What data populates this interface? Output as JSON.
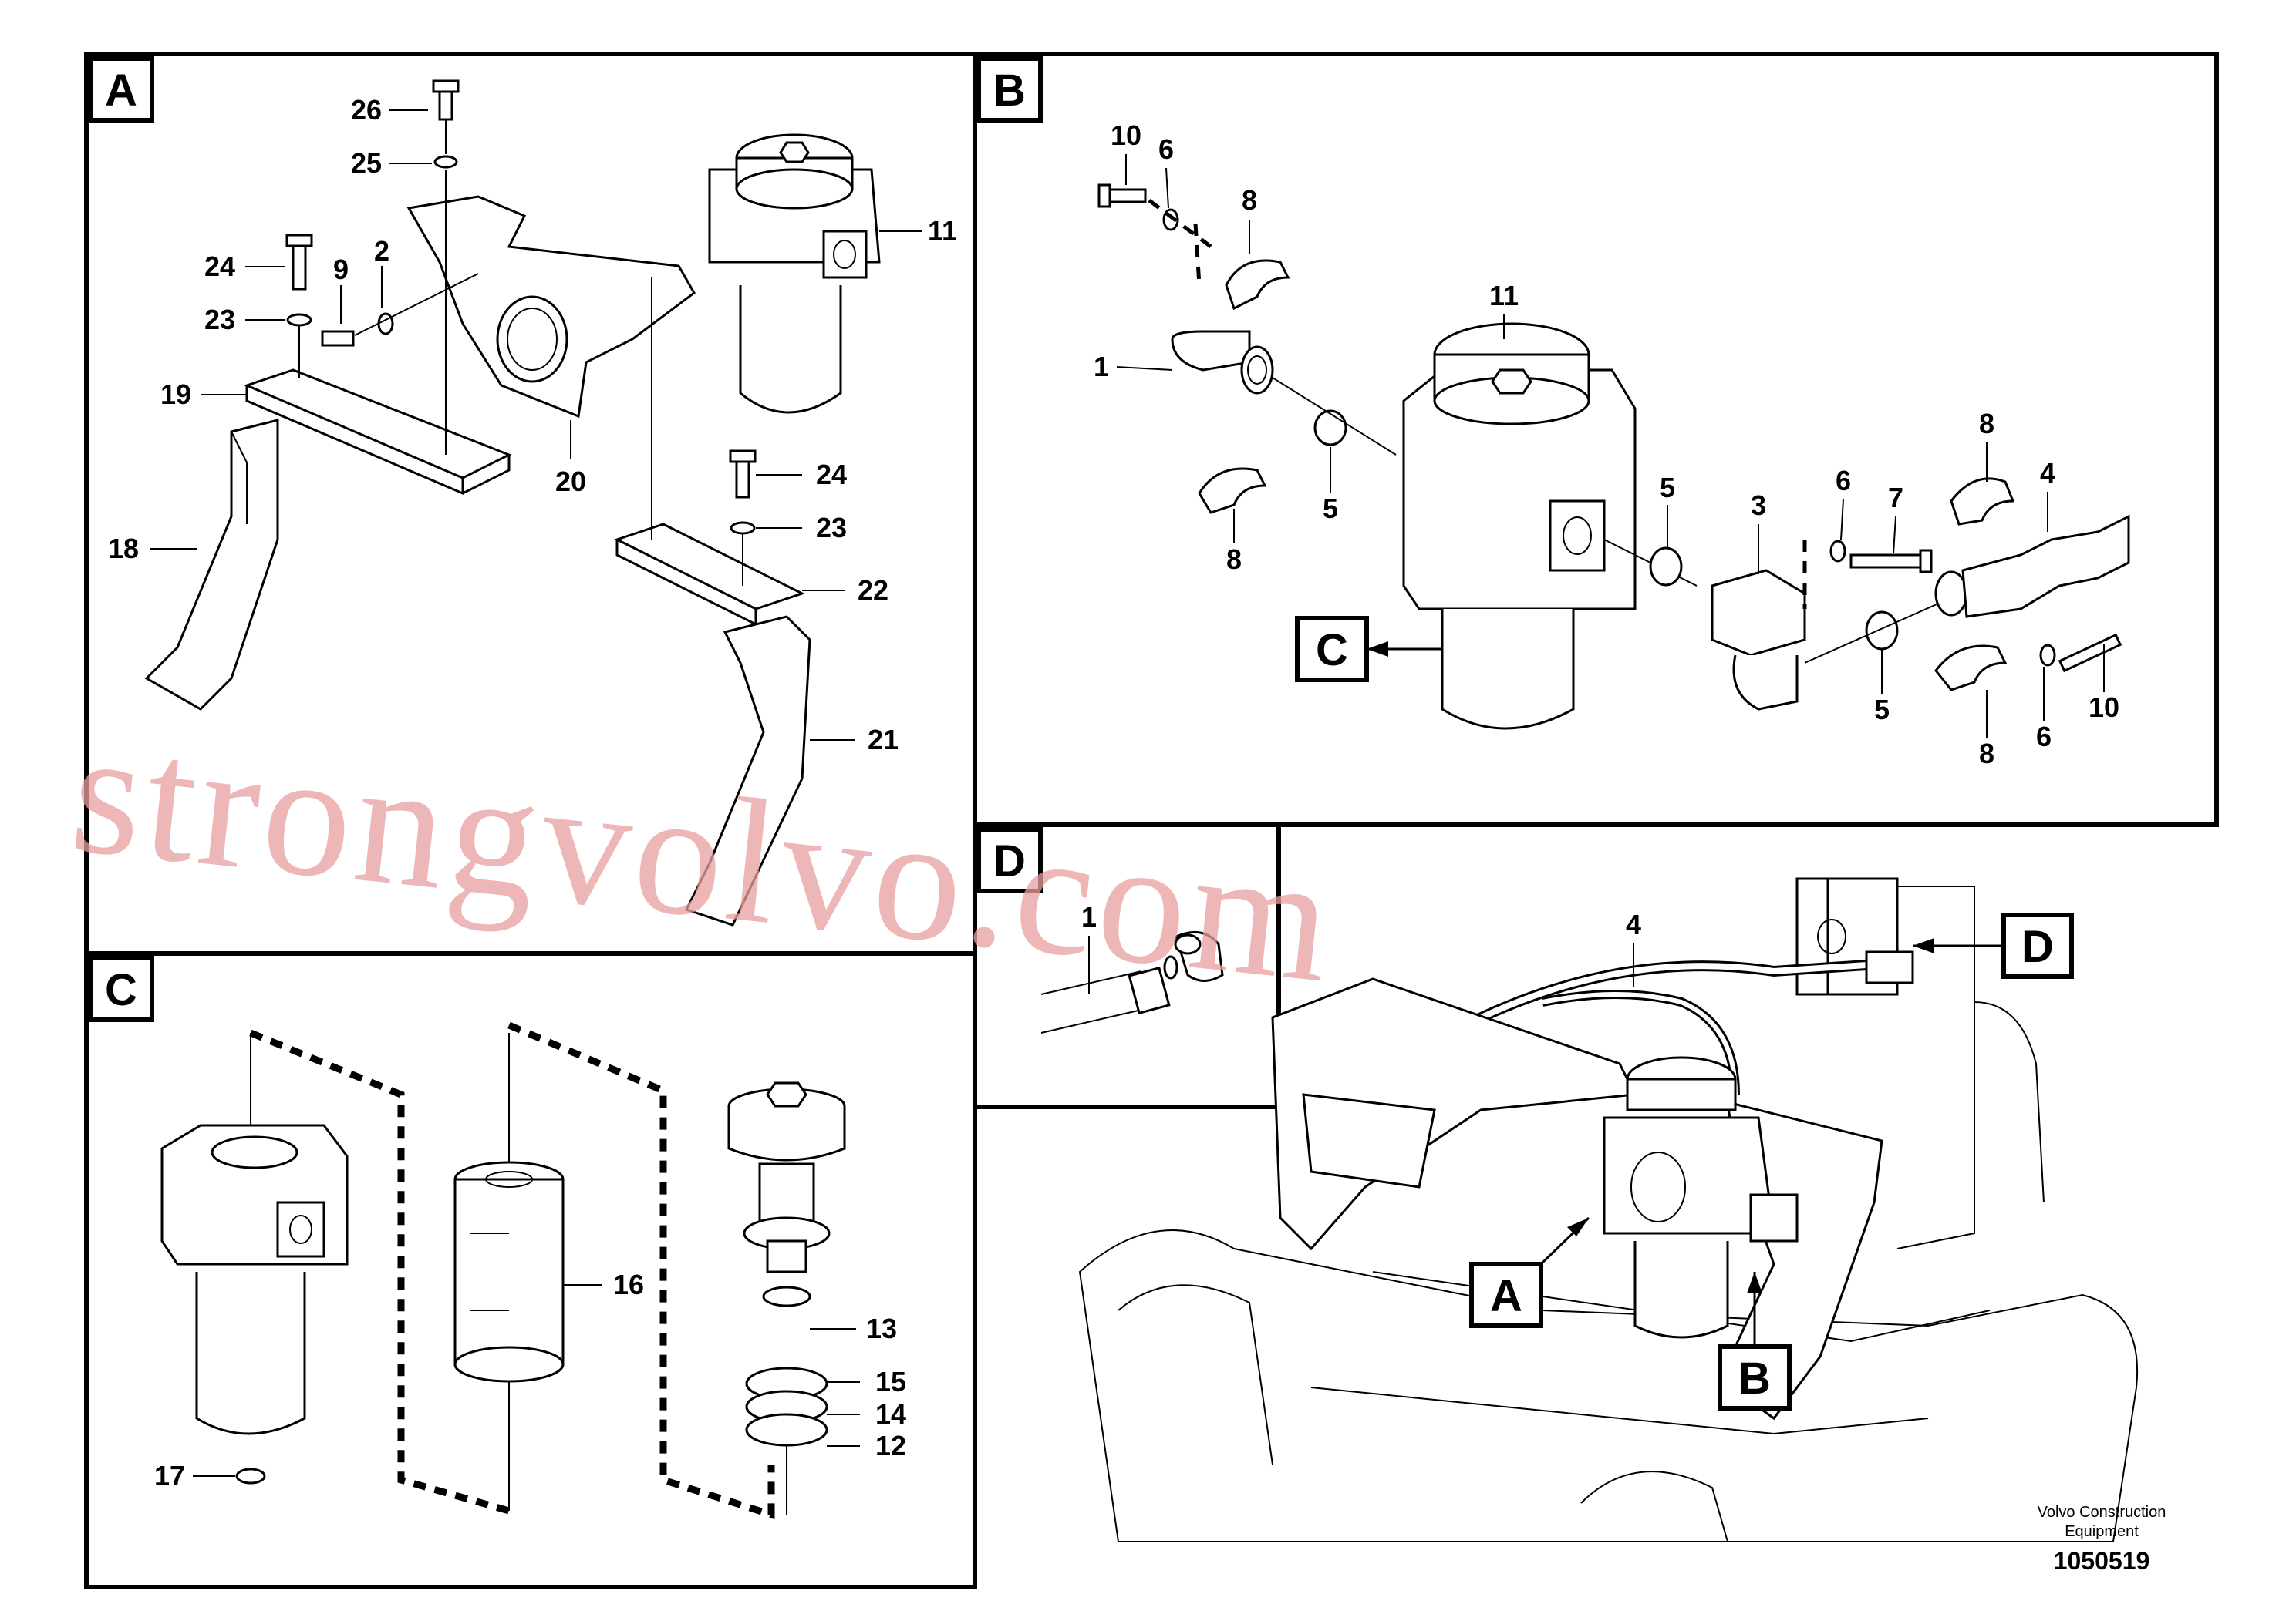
{
  "panels": {
    "A": {
      "letter": "A",
      "callouts": [
        "26",
        "25",
        "24",
        "9",
        "2",
        "23",
        "11",
        "19",
        "20",
        "24",
        "23",
        "18",
        "22",
        "21"
      ]
    },
    "B": {
      "letter": "B",
      "callouts": [
        "10",
        "6",
        "8",
        "11",
        "1",
        "5",
        "8",
        "5",
        "3",
        "6",
        "7",
        "8",
        "4",
        "C",
        "5",
        "8",
        "6",
        "10"
      ]
    },
    "C": {
      "letter": "C",
      "callouts": [
        "16",
        "13",
        "15",
        "14",
        "12",
        "17"
      ]
    },
    "D": {
      "letter": "D",
      "callouts": [
        "1"
      ]
    },
    "overview": {
      "callouts": [
        "4",
        "D",
        "A",
        "B"
      ]
    }
  },
  "footer": {
    "maker_line1": "Volvo Construction",
    "maker_line2": "Equipment",
    "drawing_number": "1050519"
  },
  "watermark": "strongvolvo.com"
}
